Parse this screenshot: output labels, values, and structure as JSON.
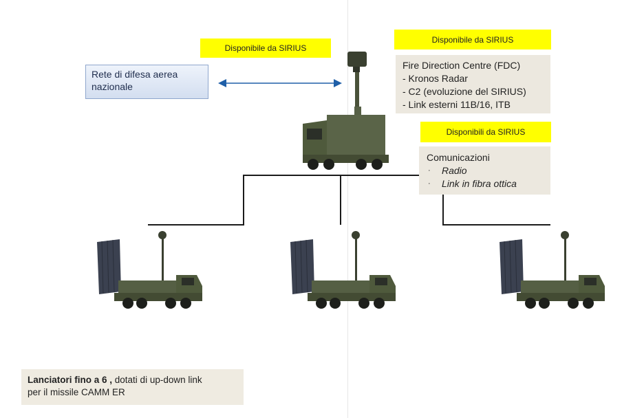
{
  "badges": {
    "left": "Disponibile da SIRIUS",
    "right": "Disponibile da SIRIUS",
    "comm": "Disponibili da SIRIUS"
  },
  "rete": {
    "line1": "Rete di difesa aerea",
    "line2": "nazionale"
  },
  "fdc": {
    "title": "Fire Direction Centre (FDC)",
    "items": [
      "- Kronos Radar",
      "- C2 (evoluzione del SIRIUS)",
      "- Link esterni 11B/16, ITB"
    ]
  },
  "comm": {
    "title": "Comunicazioni",
    "bullet": "·",
    "items": [
      "Radio",
      "Link in fibra ottica"
    ]
  },
  "launchers": {
    "bold": "Lanciatori  fino a 6 ,",
    "rest": " dotati di up-down link",
    "line2": "per il missile CAMM ER"
  },
  "colors": {
    "highlight": "#ffff00",
    "arrow": "#1f5fa8",
    "connector": "#1a1a1a",
    "vehicle": "#4f5a3c",
    "box": "#ece8df"
  }
}
